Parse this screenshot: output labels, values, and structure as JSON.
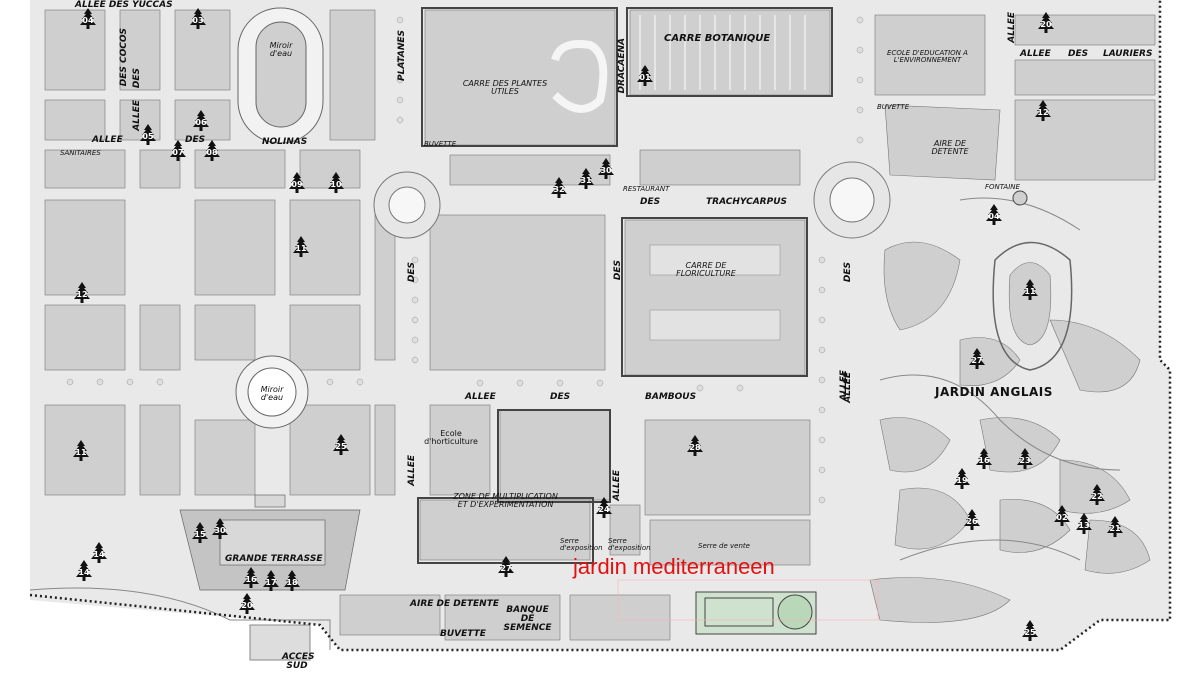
{
  "map": {
    "colors": {
      "block": "#cfcfcf",
      "block_dark": "#b8b8b8",
      "path": "#f7f7f7",
      "outline": "#555555",
      "boundary": "#222222",
      "tree_marker": "#111111",
      "highlight_text": "#e41010"
    },
    "labels": {
      "allee_des_yuccas": "ALLEE DES YUCCAS",
      "des_cocos": "DES COCOS",
      "des_left": "DES",
      "allee_left": "ALLEE",
      "allee_nolinas": "ALLEE",
      "des_nolinas": "DES",
      "nolinas": "NOLINAS",
      "sanitaires": "SANITAIRES",
      "miroir_top": "Miroir d'eau",
      "miroir_mid": "Miroir d'eau",
      "platanes": "PLATANES",
      "des_platanes": "DES",
      "allee_platanes": "ALLEE",
      "carre_plantes": "CARRE DES PLANTES UTILES",
      "buvette_left": "BUVETTE",
      "dracaena": "DRACAENA",
      "carre_botanique": "CARRE BOTANIQUE",
      "restaurant": "RESTAURANT",
      "des_trachy": "DES",
      "trachycarpus": "TRACHYCARPUS",
      "carre_flori": "CARRE DE FLORICULTURE",
      "des_mid": "DES",
      "allee_mid": "ALLEE",
      "allee_bambous": "ALLEE",
      "des_bambous": "DES",
      "bambous": "BAMBOUS",
      "ecole_horti": "Ecole d'horticulture",
      "zone_multi": "ZONE DE MULTIPLICATION ET D'EXPERIMENTATION",
      "allee_zone": "ALLEE",
      "serre_expo_1": "Serre d'exposition",
      "serre_expo_2": "Serre d'exposition",
      "serre_vente": "Serre de vente",
      "jardin_med": "jardin mediterraneen",
      "grande_terrasse": "GRANDE TERRASSE",
      "aire_detente_bottom": "AIRE DE DETENTE",
      "banque_semence": "BANQUE DE SEMENCE",
      "buvette_bottom": "BUVETTE",
      "acces_sud": "ACCES SUD",
      "ecole_env": "ECOLE D'EDUCATION A L'ENVIRONNEMENT",
      "buvette_right": "BUVETTE",
      "aire_detente_right": "AIRE DE DETENTE",
      "fontaine": "FONTAINE",
      "allee_right": "ALLEE",
      "des_lauriers": "DES",
      "lauriers": "LAURIERS",
      "allee_lauriers": "ALLEE",
      "des_right": "DES",
      "allee_right_v": "ALLEE",
      "jardin_anglais": "JARDIN ANGLAIS"
    },
    "trees": [
      "04",
      "03",
      "05",
      "06",
      "07",
      "08",
      "09",
      "10",
      "11",
      "12",
      "11",
      "25",
      "14",
      "14",
      "15",
      "30",
      "16",
      "17",
      "18",
      "20",
      "32",
      "31",
      "30",
      "01",
      "24",
      "27",
      "28",
      "20",
      "12",
      "04",
      "11",
      "27",
      "16",
      "23",
      "19",
      "22",
      "26",
      "02",
      "13",
      "21",
      "25"
    ]
  }
}
